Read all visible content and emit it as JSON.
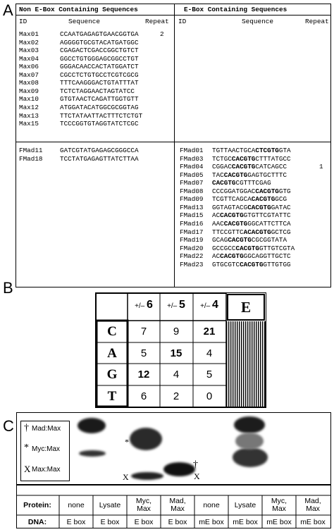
{
  "panels": {
    "a": "A",
    "b": "B",
    "c": "C"
  },
  "panelA": {
    "left_header": "Non E-Box Containing Sequences",
    "right_header": "E-Box Containing Sequences",
    "columns": {
      "id": "ID",
      "sequence": "Sequence",
      "repeat": "Repeat"
    },
    "max_rows": [
      {
        "id": "Max01",
        "seq": "CCAATGAGAGTGAACGGTGA",
        "rep": "2"
      },
      {
        "id": "Max02",
        "seq": "AGGGGTGCGTACATGATGGC",
        "rep": ""
      },
      {
        "id": "Max03",
        "seq": "CGAGACTCGACCGGCTGTCT",
        "rep": ""
      },
      {
        "id": "Max04",
        "seq": "GGCCTGTGGGAGCGGCCTGT",
        "rep": ""
      },
      {
        "id": "Max06",
        "seq": "GGGACAACCACTATGGATCT",
        "rep": ""
      },
      {
        "id": "Max07",
        "seq": "CGCCTCTGTGCCTCGTCGCG",
        "rep": ""
      },
      {
        "id": "Max08",
        "seq": "TTTCAAGGGACTGTATTTAT",
        "rep": ""
      },
      {
        "id": "Max09",
        "seq": "TCTCTAGGAACTAGTATCC",
        "rep": ""
      },
      {
        "id": "Max10",
        "seq": "GTGTAACTCAGATTGGTGTT",
        "rep": ""
      },
      {
        "id": "Max12",
        "seq": "ATGGATACATGGCGCGGTAG",
        "rep": ""
      },
      {
        "id": "Max13",
        "seq": "TTCTATAATTACTTTCTCTGT",
        "rep": ""
      },
      {
        "id": "Max15",
        "seq": "TCCCGGTGTAGGTATCTCGC",
        "rep": ""
      }
    ],
    "fmad_non": [
      {
        "id": "FMad11",
        "seq": "GATCGTATGAGAGCGGGCCA"
      },
      {
        "id": "FMad18",
        "seq": "TCCTATGAGAGTTATCTTAA"
      }
    ],
    "fmad_ebox": [
      {
        "id": "FMad01",
        "pre": "TGTTAACTGCA",
        "bold": "CTCGTG",
        "post": "GTA",
        "rep": ""
      },
      {
        "id": "FMad03",
        "pre": "TCTGC",
        "bold": "CACGTG",
        "post": "CTTTATGCC",
        "rep": ""
      },
      {
        "id": "FMad04",
        "pre": "CGGAC",
        "bold": "CACGTG",
        "post": "CATCAGCC",
        "rep": "1"
      },
      {
        "id": "FMad05",
        "pre": "TAC",
        "bold": "CACGTG",
        "post": "GAGTGCTTTC",
        "rep": ""
      },
      {
        "id": "FMad07",
        "pre": "",
        "bold": "CACGTG",
        "post": "CGTTTCGAG",
        "rep": ""
      },
      {
        "id": "FMad08",
        "pre": "CCCGGATGGAC",
        "bold": "CACGTG",
        "post": "GTG",
        "rep": ""
      },
      {
        "id": "FMad09",
        "pre": "TCGTTCAGCA",
        "bold": "CACGTG",
        "post": "GCG",
        "rep": ""
      },
      {
        "id": "FMad13",
        "pre": "GGTAGTACG",
        "bold": "CACGTG",
        "post": "GATAC",
        "rep": ""
      },
      {
        "id": "FMad15",
        "pre": "AC",
        "bold": "CACGTG",
        "post": "GTGTTCGTATTC",
        "rep": ""
      },
      {
        "id": "FMad16",
        "pre": "AAC",
        "bold": "CACGTG",
        "post": "GGCATTCTTCA",
        "rep": ""
      },
      {
        "id": "FMad17",
        "pre": "TTCCGTTC",
        "bold": "ACACGTG",
        "post": "GCTCG",
        "rep": ""
      },
      {
        "id": "FMad19",
        "pre": "GCAG",
        "bold": "CACGTG",
        "post": "CGCGGTATA",
        "rep": ""
      },
      {
        "id": "FMad20",
        "pre": "GCCGCC",
        "bold": "CACGTG",
        "post": "GTTGTCGTA",
        "rep": ""
      },
      {
        "id": "FMad22",
        "pre": "AC",
        "bold": "CACGTG",
        "post": "GGCAGGTTGCTC",
        "rep": ""
      },
      {
        "id": "FMad23",
        "pre": "GTGCGTC",
        "bold": "CACGTG",
        "post": "GTTGTGG",
        "rep": ""
      }
    ]
  },
  "panelB": {
    "col_prefix": "+/–",
    "columns": [
      "6",
      "5",
      "4"
    ],
    "e_label": "E",
    "rows": [
      {
        "base": "C",
        "values": [
          "7",
          "9",
          "21"
        ],
        "bold": [
          false,
          false,
          true
        ]
      },
      {
        "base": "A",
        "values": [
          "5",
          "15",
          "4"
        ],
        "bold": [
          false,
          true,
          false
        ]
      },
      {
        "base": "G",
        "values": [
          "12",
          "4",
          "5"
        ],
        "bold": [
          true,
          false,
          false
        ]
      },
      {
        "base": "T",
        "values": [
          "6",
          "2",
          "0"
        ],
        "bold": [
          false,
          false,
          false
        ]
      }
    ]
  },
  "panelC": {
    "legend": [
      {
        "symbol": "†",
        "label": "Mad:Max"
      },
      {
        "symbol": "*",
        "label": "Myc:Max"
      },
      {
        "symbol": "X",
        "label": "Max:Max"
      }
    ],
    "gel_marks": {
      "star": "*",
      "x1": "X",
      "dagger": "†",
      "x2": "X"
    },
    "row_labels": {
      "protein": "Protein:",
      "dna": "DNA:"
    },
    "lanes": [
      {
        "protein": "none",
        "dna": "E box"
      },
      {
        "protein": "Lysate",
        "dna": "E box"
      },
      {
        "protein": "Myc,\nMax",
        "dna": "E box"
      },
      {
        "protein": "Mad,\nMax",
        "dna": "E box"
      },
      {
        "protein": "none",
        "dna": "mE box"
      },
      {
        "protein": "Lysate",
        "dna": "mE box"
      },
      {
        "protein": "Myc,\nMax",
        "dna": "mE box"
      },
      {
        "protein": "Mad,\nMax",
        "dna": "mE box"
      }
    ]
  }
}
